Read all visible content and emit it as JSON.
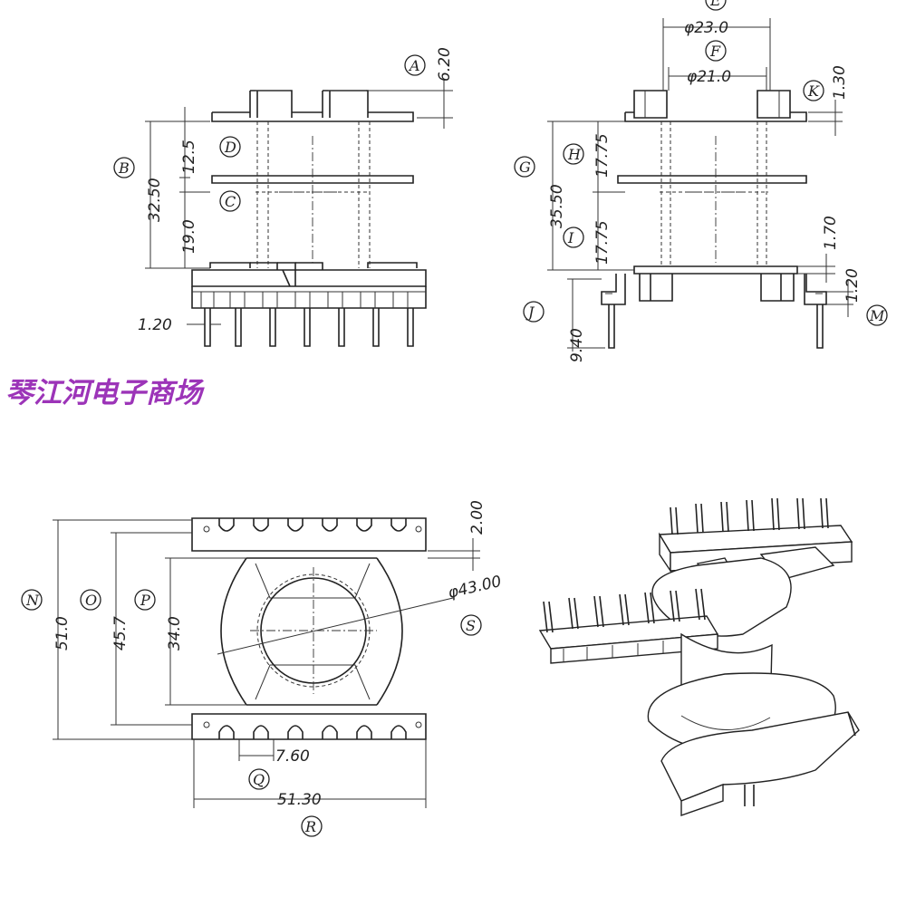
{
  "watermark": "琴江河电子商场",
  "colors": {
    "line": "#222222",
    "watermark": "#9c34b8",
    "background": "#ffffff"
  },
  "labels": {
    "A": "A",
    "B": "B",
    "C": "C",
    "D": "D",
    "E": "E",
    "F": "F",
    "G": "G",
    "H": "H",
    "I": "I",
    "J": "J",
    "K": "K",
    "M": "M",
    "N": "N",
    "O": "O",
    "P": "P",
    "Q": "Q",
    "R": "R",
    "S": "S"
  },
  "dims": {
    "A": "6.20",
    "B": "32.50",
    "D": "12.5",
    "C": "19.0",
    "pin_w": "1.20",
    "E": "φ23.0",
    "F": "φ21.0",
    "K": "1.30",
    "G": "35.50",
    "H": "17.75",
    "I": "17.75",
    "I_right": "1.70",
    "M": "1.20",
    "J": "9.40",
    "N": "51.0",
    "O": "45.7",
    "P": "34.0",
    "top_t": "2.00",
    "S": "φ43.00",
    "Q": "7.60",
    "R": "51.30"
  }
}
